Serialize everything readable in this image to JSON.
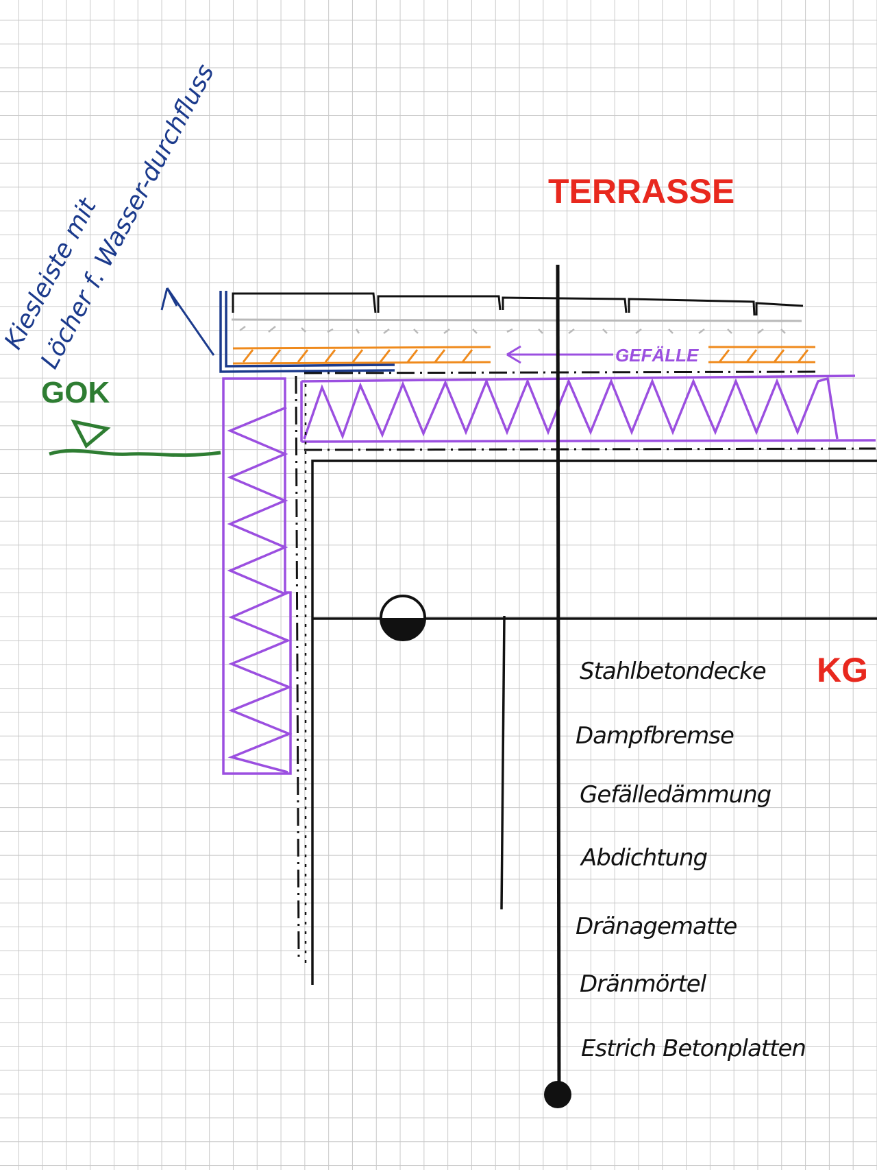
{
  "labels": {
    "terrace": "TERRASSE",
    "basement": "KG",
    "ground_level": "GOK",
    "slope": "GEFÄLLE",
    "edge_note_line1": "Kiesleiste mit",
    "edge_note_line2": "Löcher f. Wasser-durchfluss"
  },
  "layers": [
    "Stahlbetondecke",
    "Dampfbremse",
    "Gefälledämmung",
    "Abdichtung",
    "Dränagematte",
    "Dränmörtel",
    "Estrich Betonplatten"
  ],
  "colors": {
    "annotation_red": "#e8281e",
    "ground_green": "#2e7d32",
    "insulation_purple": "#9b4fe0",
    "screed_orange": "#ef8a1c",
    "gravel_strip_blue": "#1b3a8c",
    "structure_black": "#111111",
    "grid": "#c9c9c9"
  }
}
